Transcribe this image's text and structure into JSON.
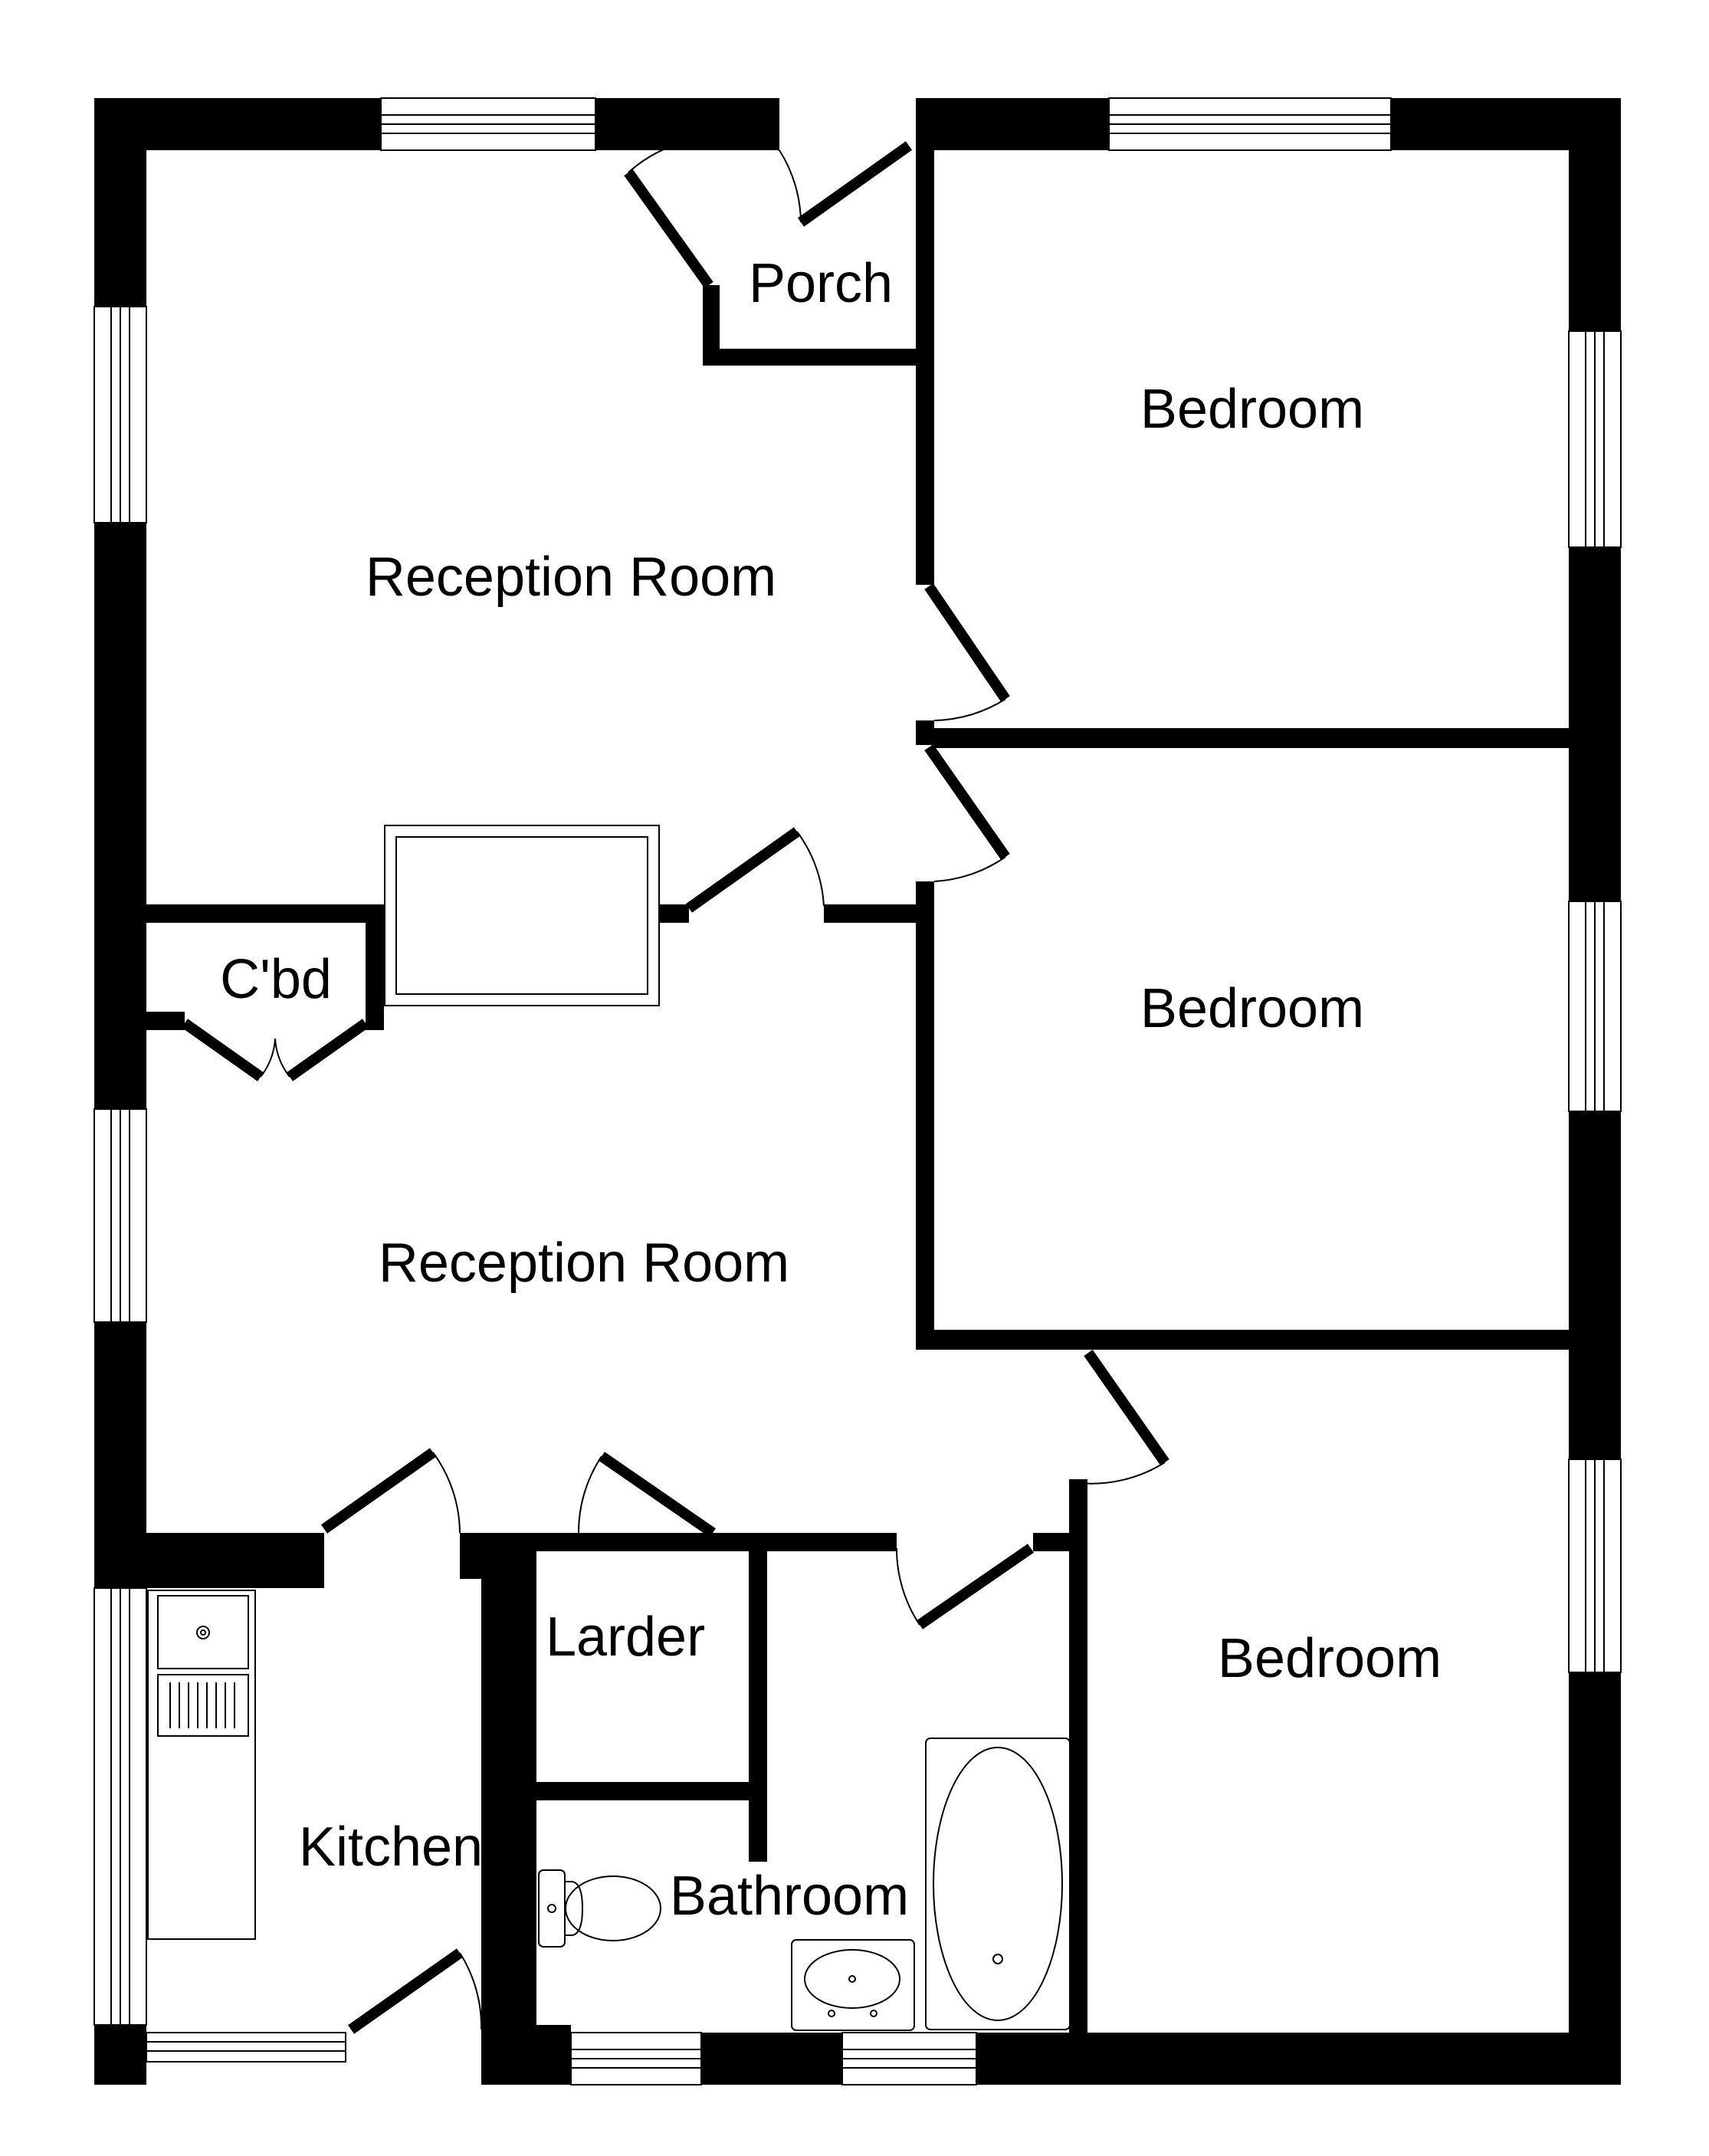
{
  "rooms": {
    "porch": "Porch",
    "bedroom_top": "Bedroom",
    "reception_top": "Reception Room",
    "cupboard": "C'bd",
    "bedroom_middle": "Bedroom",
    "reception_bottom": "Reception Room",
    "larder": "Larder",
    "bedroom_bottom": "Bedroom",
    "kitchen": "Kitchen",
    "bathroom": "Bathroom"
  },
  "colors": {
    "wall": "#000000",
    "background": "#ffffff"
  }
}
